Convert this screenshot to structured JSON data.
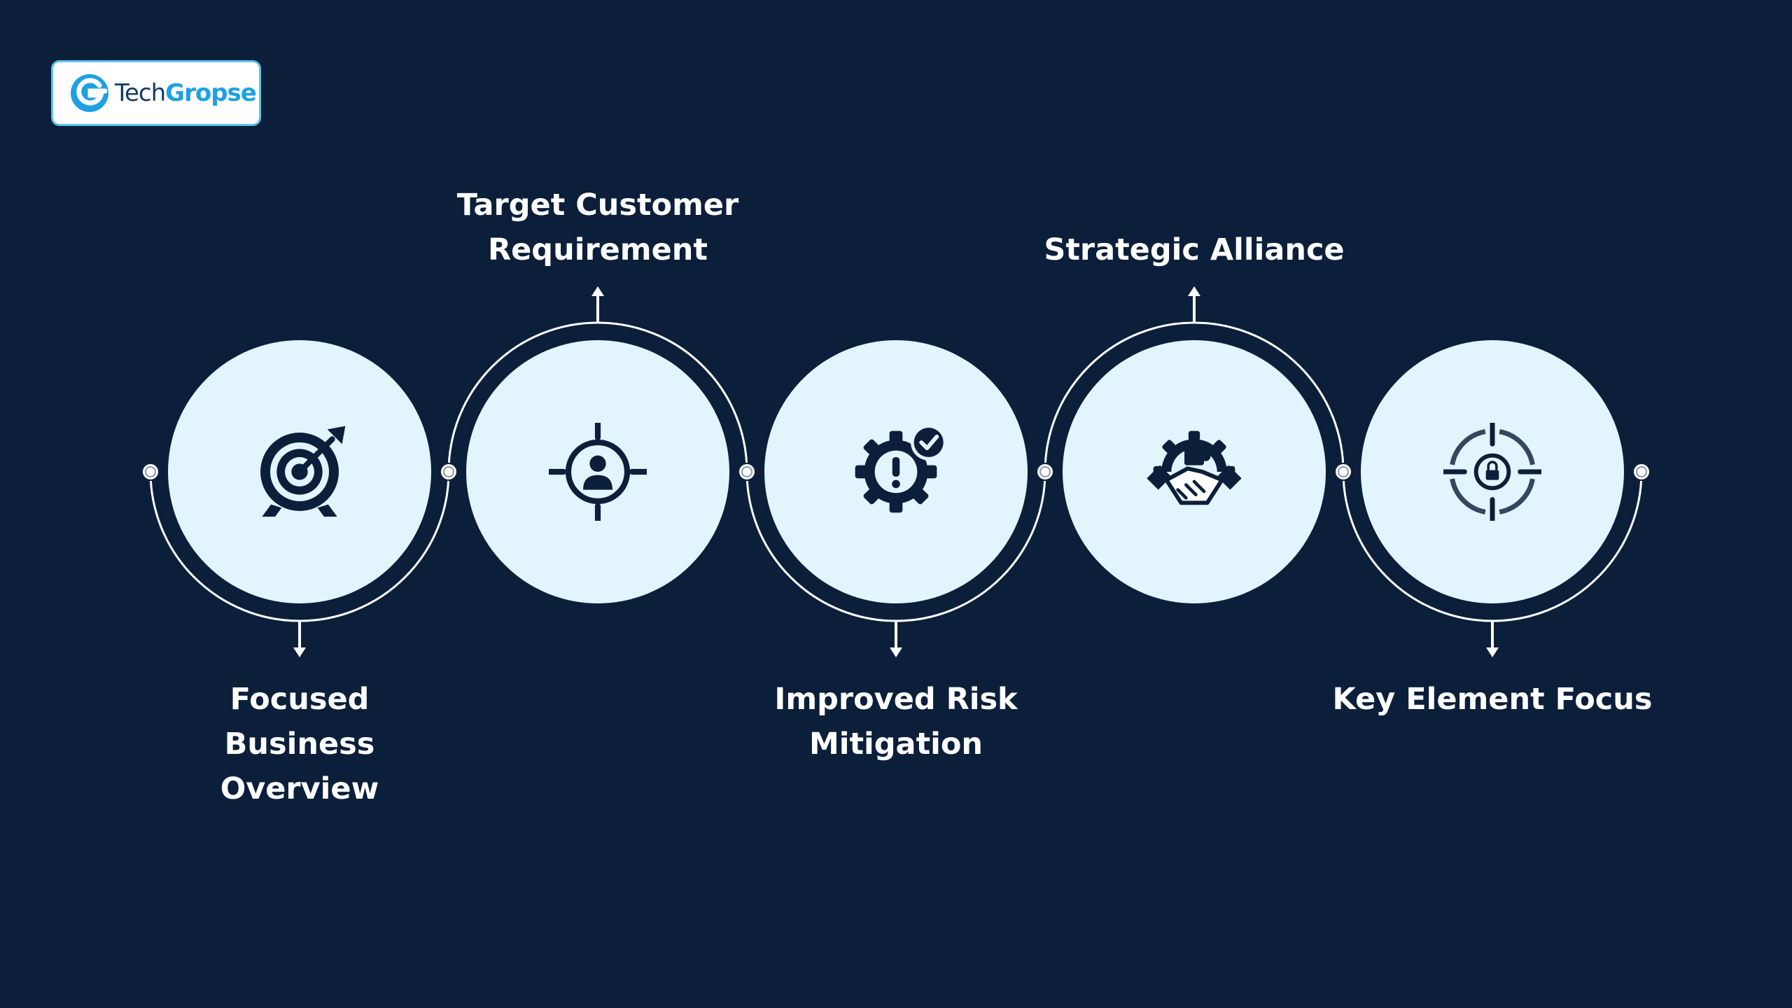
{
  "brand": {
    "logo_text_1": "Tech",
    "logo_text_2": "Gropse"
  },
  "colors": {
    "background": "#0c1f3a",
    "circle_fill": "#e2f4fd",
    "icon": "#0c1f3a",
    "icon_muted": "#33475e",
    "line": "#ffffff",
    "logo_blue": "#1da1e3",
    "logo_navy": "#123a66"
  },
  "steps": [
    {
      "label": "Focused\nBusiness\nOverview",
      "icon": "target-arrow-icon",
      "position": "below"
    },
    {
      "label": "Target Customer\nRequirement",
      "icon": "crosshair-user-icon",
      "position": "above"
    },
    {
      "label": "Improved Risk\nMitigation",
      "icon": "gear-warning-check-icon",
      "position": "below"
    },
    {
      "label": "Strategic Alliance",
      "icon": "handshake-gear-icon",
      "position": "above"
    },
    {
      "label": "Key Element Focus",
      "icon": "lock-crosshair-icon",
      "position": "below"
    }
  ]
}
